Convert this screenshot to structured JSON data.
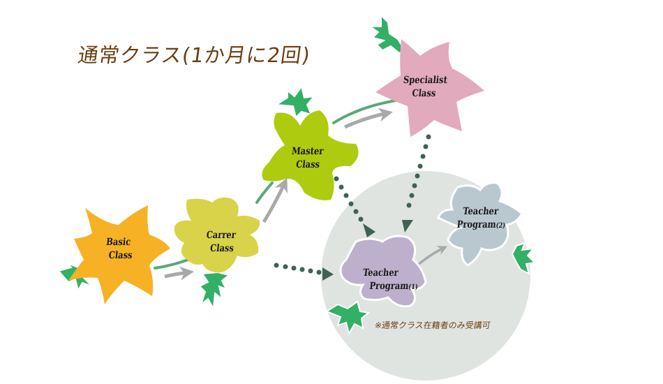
{
  "title": "通常クラス(1か月に2回)",
  "note": "※通常クラス在籍者のみ受講可",
  "colors": {
    "title_text": "#6b3f12",
    "basic": "#f6b224",
    "carrer": "#d9d34a",
    "master": "#aecb10",
    "specialist": "#e2aabd",
    "teacher1": "#bcb0cc",
    "teacher2": "#b9c8cf",
    "leaf": "#33b066",
    "solid_arrow": "#a9a9a9",
    "green_swoosh": "#5ba877",
    "dotted_arrow": "#3e6351",
    "circle_bg": "#dfe4e1"
  },
  "nodes": [
    {
      "id": "basic",
      "line1": "Basic",
      "line2": "Class"
    },
    {
      "id": "carrer",
      "line1": "Carrer",
      "line2": "Class"
    },
    {
      "id": "master",
      "line1": "Master",
      "line2": "Class"
    },
    {
      "id": "specialist",
      "line1": "Specialist",
      "line2": "Class"
    },
    {
      "id": "teacher1",
      "line1": "Teacher",
      "line2": "Program",
      "suffix": "(1)"
    },
    {
      "id": "teacher2",
      "line1": "Teacher",
      "line2": "Program",
      "suffix": "(2)"
    }
  ],
  "edges": [
    {
      "from": "Basic Class",
      "to": "Carrer Class",
      "style": "solid"
    },
    {
      "from": "Carrer Class",
      "to": "Master Class",
      "style": "solid"
    },
    {
      "from": "Master Class",
      "to": "Specialist Class",
      "style": "solid"
    },
    {
      "from": "Carrer Class",
      "to": "Teacher Program(1)",
      "style": "dotted"
    },
    {
      "from": "Master Class",
      "to": "Teacher Program(1)",
      "style": "dotted"
    },
    {
      "from": "Specialist Class",
      "to": "Teacher Program(1)",
      "style": "dotted"
    },
    {
      "from": "Teacher Program(1)",
      "to": "Teacher Program(2)",
      "style": "solid"
    }
  ]
}
